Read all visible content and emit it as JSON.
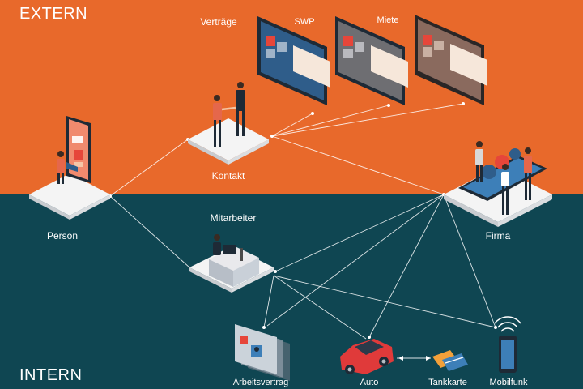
{
  "zones": {
    "extern": "EXTERN",
    "intern": "INTERN"
  },
  "nodes": {
    "person": "Person",
    "kontakt": "Kontakt",
    "mitarbeiter": "Mitarbeiter",
    "firma": "Firma",
    "vertraege": "Verträge",
    "swp": "SWP",
    "miete": "Miete",
    "arbeitsvertrag": "Arbeitsvertrag",
    "auto": "Auto",
    "tankkarte": "Tankkarte",
    "mobilfunk": "Mobilfunk"
  },
  "colors": {
    "extern_bg": "#E8692B",
    "intern_bg": "#0F4652",
    "platform": "#F2F2F2",
    "accent_red": "#E03A3A",
    "connector": "#FFFFFF"
  }
}
